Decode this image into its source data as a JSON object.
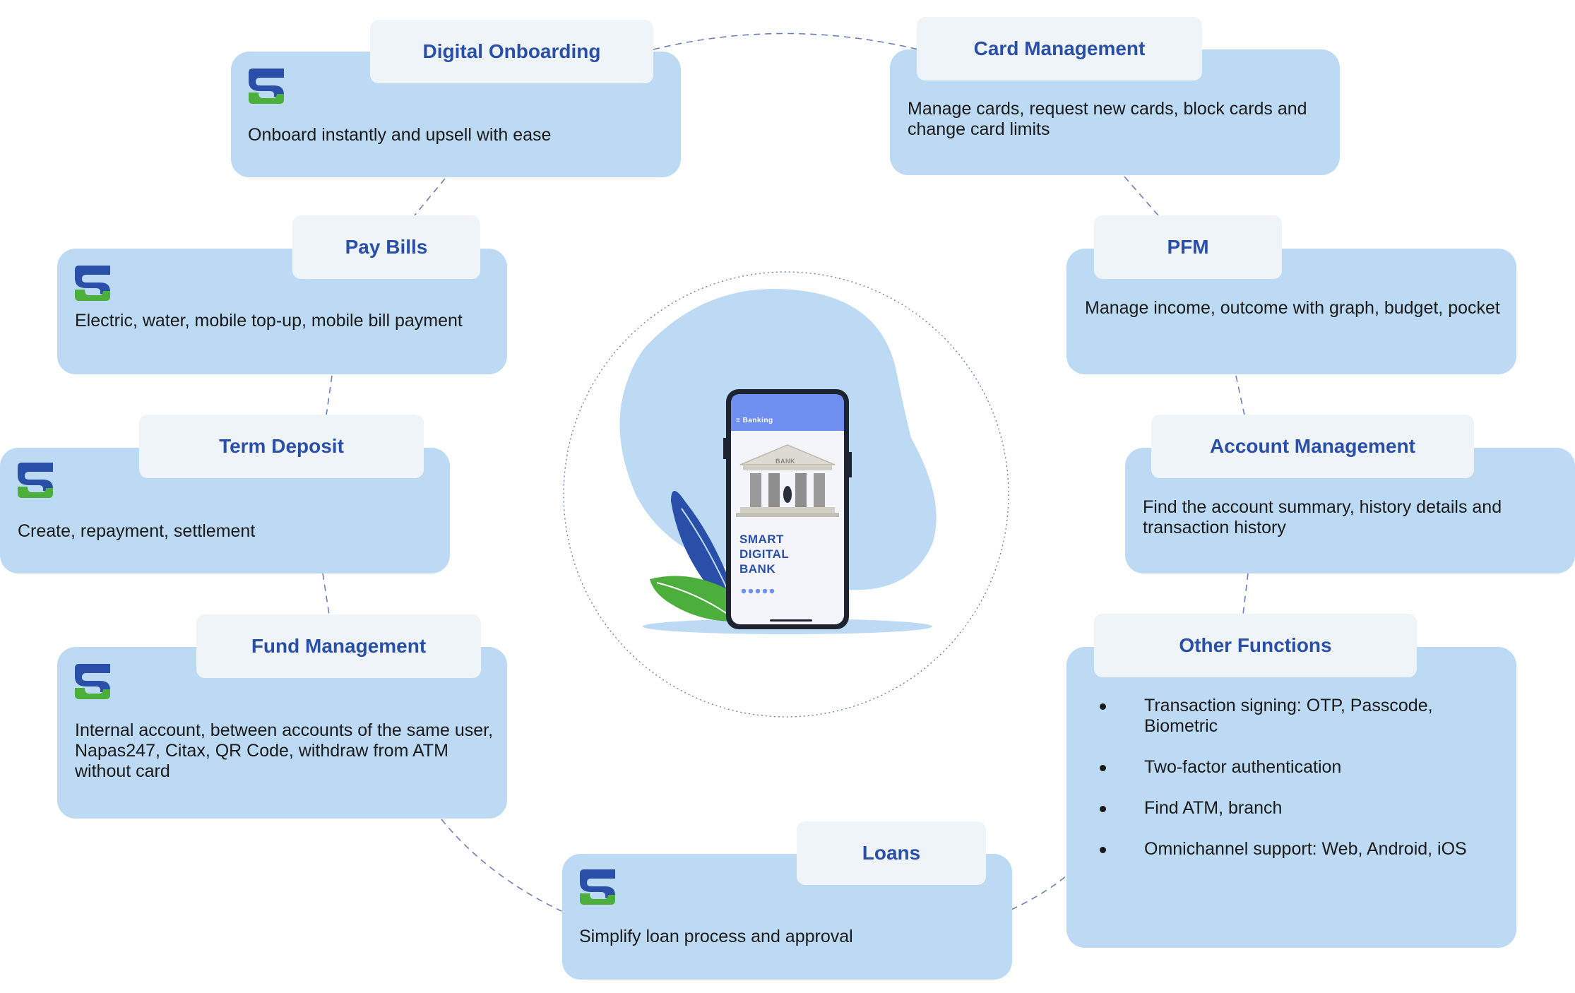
{
  "cards": {
    "digital_onboarding": {
      "title": "Digital Onboarding",
      "desc": "Onboard instantly and upsell with ease",
      "has_logo": true
    },
    "card_management": {
      "title": "Card Management",
      "desc": "Manage cards, request new cards, block cards and change card limits",
      "has_logo": false
    },
    "pay_bills": {
      "title": "Pay Bills",
      "desc": "Electric, water, mobile top-up, mobile bill payment",
      "has_logo": true
    },
    "pfm": {
      "title": "PFM",
      "desc": "Manage income, outcome with graph, budget, pocket",
      "has_logo": false
    },
    "term_deposit": {
      "title": "Term Deposit",
      "desc": "Create, repayment, settlement",
      "has_logo": true
    },
    "account_management": {
      "title": "Account Management",
      "desc": "Find the account summary, history details and transaction history",
      "has_logo": false
    },
    "fund_management": {
      "title": "Fund Management",
      "desc": "Internal account, between accounts of the same user, Napas247, Citax, QR Code, withdraw from ATM without card",
      "has_logo": true
    },
    "other_functions": {
      "title": "Other Functions",
      "items": [
        "Transaction signing: OTP, Passcode, Biometric",
        "Two-factor authentication",
        "Find ATM, branch",
        "Omnichannel support: Web, Android, iOS"
      ]
    },
    "loans": {
      "title": "Loans",
      "desc": "Simplify loan process and approval",
      "has_logo": true
    }
  },
  "phone": {
    "header_label": "≡ Banking",
    "bank_sign": "BANK",
    "line1": "SMART",
    "line2": "DIGITAL",
    "line3": "BANK"
  },
  "colors": {
    "card_bg": "#bcdaf4",
    "tab_bg": "#eff4f9",
    "title_text": "#2a4fa8",
    "logo_blue": "#2a4fa8",
    "logo_green": "#4cae3b",
    "connector": "#6a80b8"
  },
  "icons": {
    "logo": "s-brand-logo-icon",
    "bullet": "bullet-dot-icon"
  }
}
